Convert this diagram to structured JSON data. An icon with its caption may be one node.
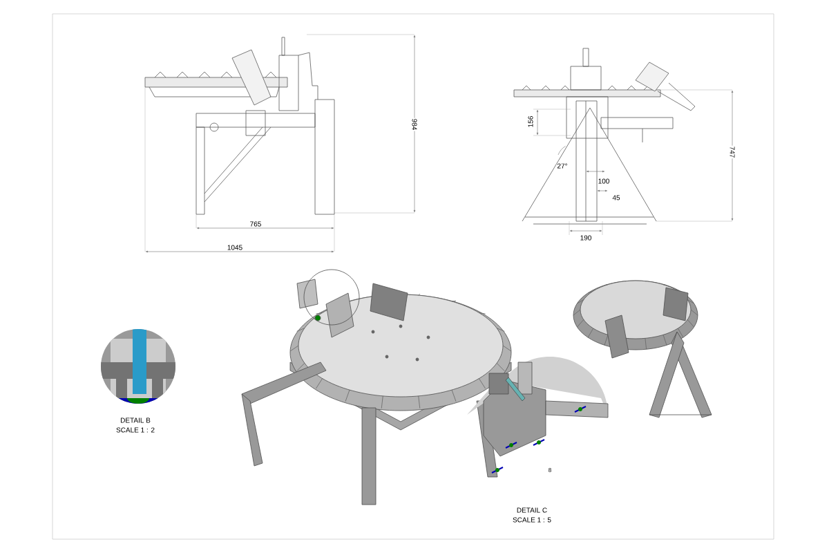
{
  "diagram": {
    "labels": [
      "984",
      "765",
      "1045",
      "156",
      "27°",
      "100",
      "45",
      "747",
      "190",
      "DETAIL B",
      "SCALE 1 : 2",
      "8",
      "DETAIL C",
      "SCALE 1 : 5"
    ]
  }
}
